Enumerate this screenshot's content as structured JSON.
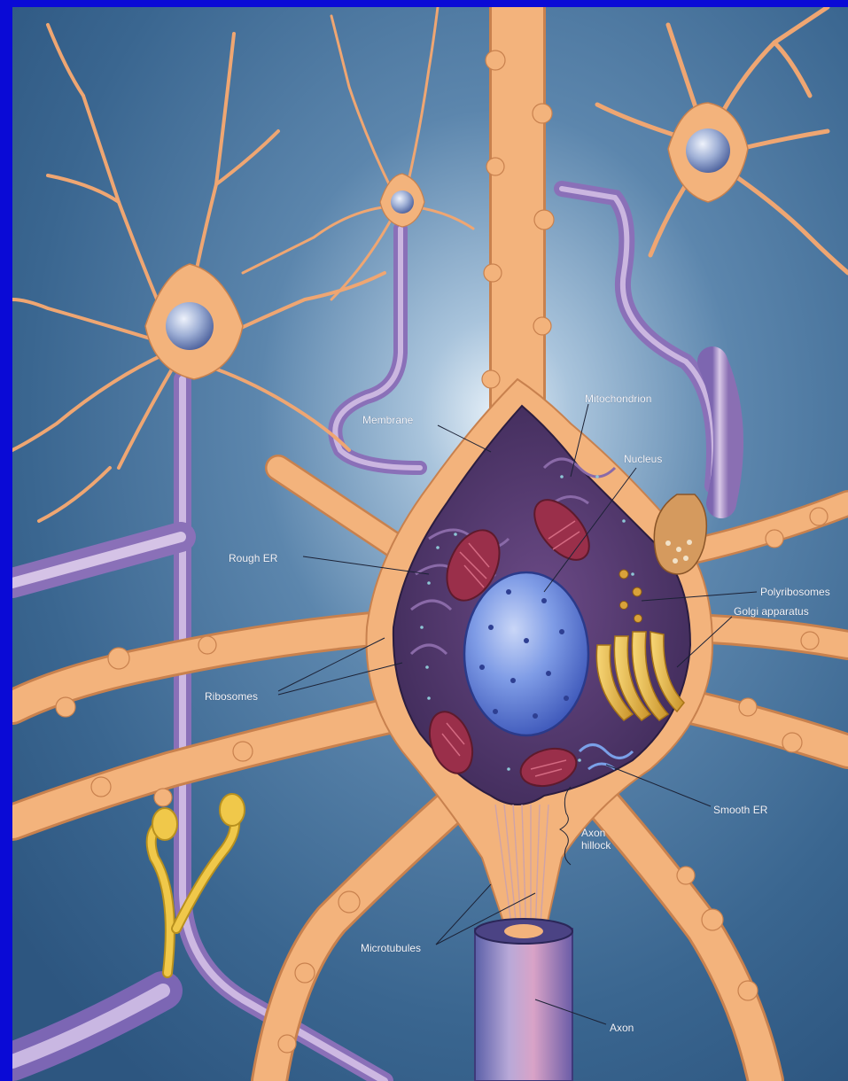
{
  "labels": {
    "membrane": "Membrane",
    "mitochondrion": "Mitochondrion",
    "nucleus": "Nucleus",
    "rough_er": "Rough ER",
    "polyribosomes": "Polyribosomes",
    "golgi": "Golgi apparatus",
    "ribosomes": "Ribosomes",
    "smooth_er": "Smooth ER",
    "axon_hillock_1": "Axon",
    "axon_hillock_2": "hillock",
    "microtubules": "Microtubules",
    "axon": "Axon"
  },
  "colors": {
    "frame": "#0a0ad6",
    "background": "#3d6a96",
    "dendrite": "#f3b37c",
    "cytoplasm": "#5a3a72",
    "nucleus": "#6f8fe0",
    "mitochondria": "#9a2f4a",
    "golgi": "#e3b63e",
    "myelin": "#b59ac9"
  }
}
